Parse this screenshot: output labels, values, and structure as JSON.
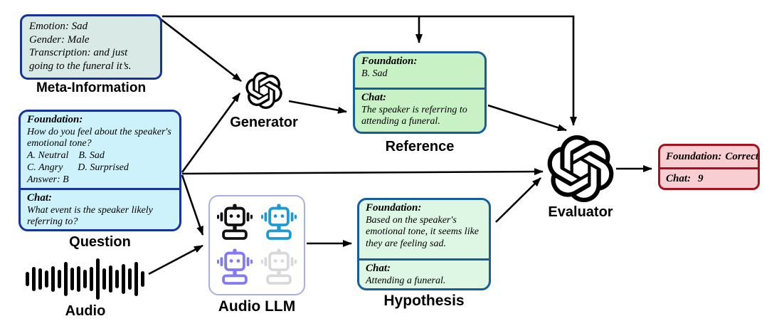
{
  "diagram": {
    "meta_information": {
      "label": "Meta-Information",
      "lines": "Emotion: Sad\nGender: Male\nTranscription: and just going to the funeral it’s."
    },
    "question": {
      "label": "Question",
      "foundation_title": "Foundation:",
      "foundation_body": "How do you feel about the speaker's emotional tone?\nA. Neutral    B. Sad\nC. Angry      D. Surprised\nAnswer: B",
      "chat_title": "Chat:",
      "chat_body": "What event is the speaker likely referring to?"
    },
    "audio": {
      "label": "Audio",
      "icon": "waveform-icon"
    },
    "generator": {
      "label": "Generator",
      "icon": "openai-logo"
    },
    "reference": {
      "label": "Reference",
      "foundation_title": "Foundation:",
      "foundation_body": "B. Sad",
      "chat_title": "Chat:",
      "chat_body": "The speaker is referring to attending a funeral."
    },
    "audio_llm": {
      "label": "Audio LLM",
      "icon": "robot-icons"
    },
    "hypothesis": {
      "label": "Hypothesis",
      "foundation_title": "Foundation:",
      "foundation_body": "Based on the speaker's emotional tone, it seems like they are feeling sad.",
      "chat_title": "Chat:",
      "chat_body": "Attending a funeral."
    },
    "evaluator": {
      "label": "Evaluator",
      "icon": "openai-logo"
    },
    "result": {
      "foundation_label": "Foundation:",
      "foundation_value": "Correct",
      "chat_label": "Chat:",
      "chat_value": "9"
    },
    "colors": {
      "meta_fill": "#d9e9e6",
      "meta_border": "#16339c",
      "question_fill": "#cdf2fc",
      "question_border": "#16339c",
      "reference_fill": "#c8f2c5",
      "reference_border": "#155d9b",
      "hypothesis_fill": "#def6e4",
      "hypothesis_border": "#155d9b",
      "result_fill": "#f8ced2",
      "result_border": "#a5121e",
      "audio_llm_border": "#a9b0e4",
      "robot_black": "#111111",
      "robot_blue": "#1b9ad6",
      "robot_purple": "#837af0",
      "robot_gray": "#d9d9d9",
      "arrow": "#000000"
    }
  }
}
